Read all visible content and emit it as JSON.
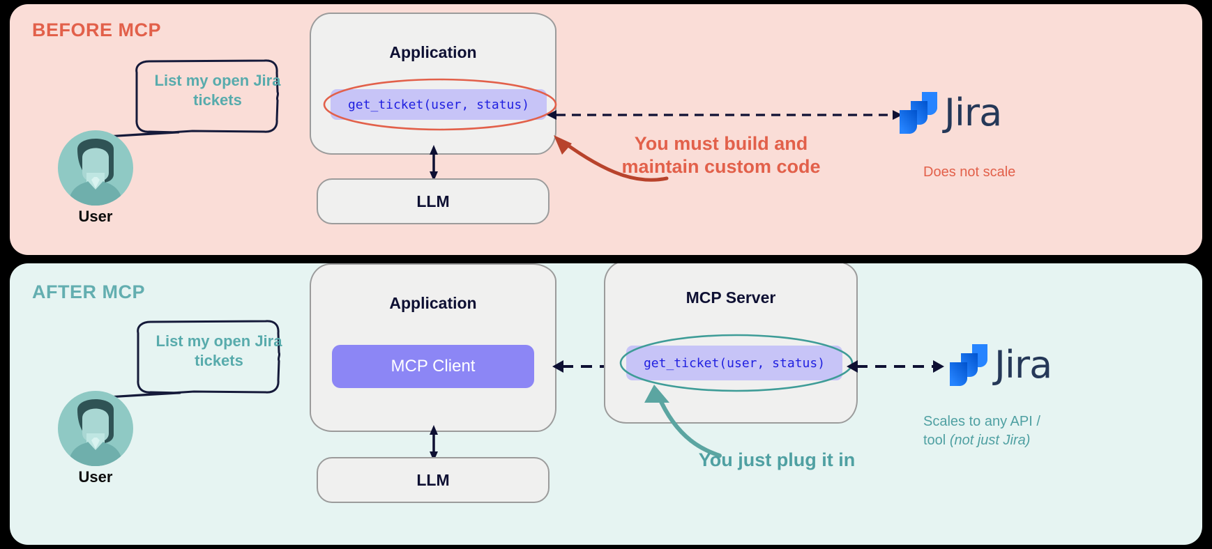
{
  "diagram": {
    "title_before": "BEFORE MCP",
    "title_after": "AFTER MCP"
  },
  "colors": {
    "panel_before_bg": "#FADDD7",
    "panel_after_bg": "#E6F4F2",
    "accent_before": "#E2604A",
    "accent_after": "#63AEB0",
    "box_bg": "#F0F0EF",
    "box_border": "#9B9B9B",
    "code_chip_bg": "#C7C4F7",
    "code_text": "#2020E0",
    "mcp_client_bg": "#8C86F5",
    "arrow_dark": "#0E1033",
    "jira_blue": "#2684FF",
    "jira_wordmark": "#253858",
    "bubble_bg": "#E6F4F2",
    "bubble_stroke": "#151A3A",
    "bubble_text": "#58ABAC"
  },
  "before": {
    "user": {
      "label": "User",
      "avatar_icon": "user-avatar-icon"
    },
    "bubble": {
      "line1": "List my open Jira",
      "line2": "tickets"
    },
    "application": {
      "title": "Application",
      "code_chip": "get_ticket(user, status)"
    },
    "llm": {
      "title": "LLM"
    },
    "annotation": {
      "line1": "You must build and",
      "line2": "maintain custom code"
    },
    "jira": {
      "wordmark": "Jira",
      "logo_icon": "jira-logo-icon"
    },
    "note": "Does not scale"
  },
  "after": {
    "user": {
      "label": "User",
      "avatar_icon": "user-avatar-icon"
    },
    "bubble": {
      "line1": "List my open Jira",
      "line2": "tickets"
    },
    "application": {
      "title": "Application",
      "mcp_client_label": "MCP Client"
    },
    "mcp_server": {
      "title": "MCP Server",
      "code_chip": "get_ticket(user, status)"
    },
    "llm": {
      "title": "LLM"
    },
    "annotation": "You just plug it in",
    "jira": {
      "wordmark": "Jira",
      "logo_icon": "jira-logo-icon"
    },
    "note": {
      "line1": "Scales to any API /",
      "line2_plain": "tool ",
      "line2_italic": "(not just Jira)"
    }
  }
}
